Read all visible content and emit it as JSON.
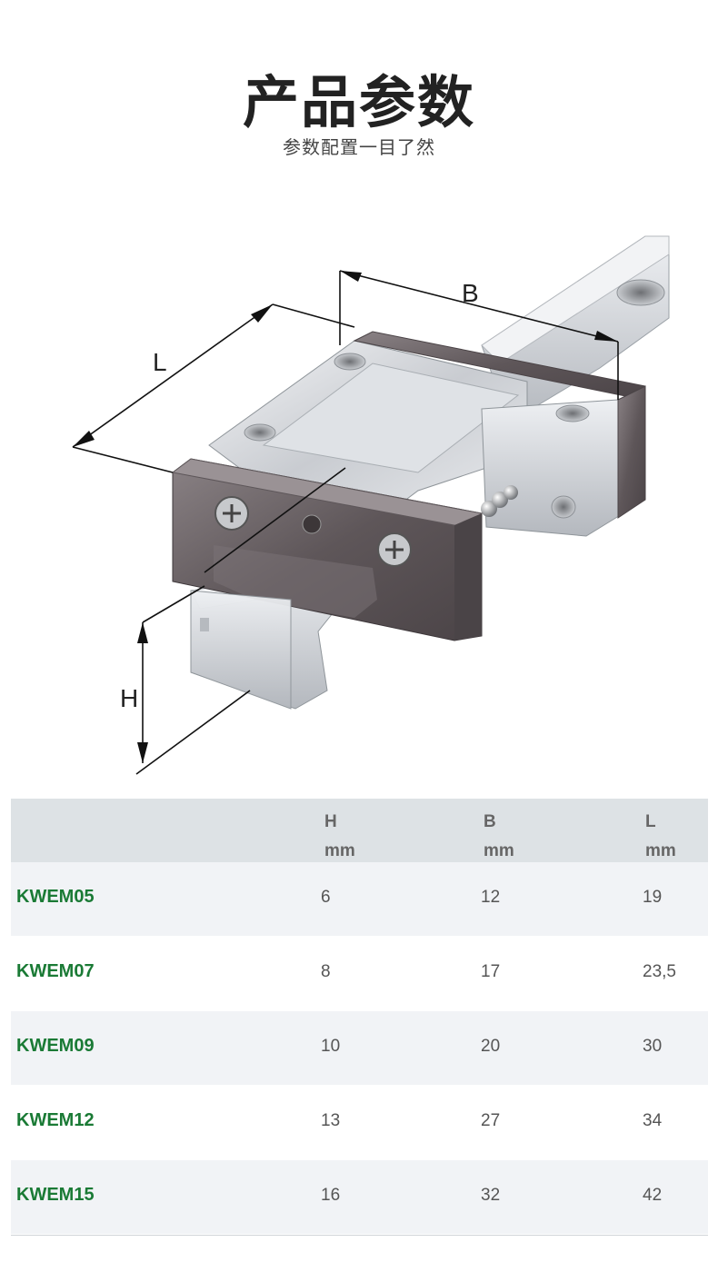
{
  "header": {
    "title": "产品参数",
    "subtitle": "参数配置一目了然"
  },
  "figure": {
    "labels": {
      "L": "L",
      "B": "B",
      "H": "H"
    }
  },
  "table": {
    "columns": [
      {
        "name": "H",
        "unit": "mm"
      },
      {
        "name": "B",
        "unit": "mm"
      },
      {
        "name": "L",
        "unit": "mm"
      }
    ],
    "rows": [
      {
        "model": "KWEM05",
        "H": "6",
        "B": "12",
        "L": "19"
      },
      {
        "model": "KWEM07",
        "H": "8",
        "B": "17",
        "L": "23,5"
      },
      {
        "model": "KWEM09",
        "H": "10",
        "B": "20",
        "L": "30"
      },
      {
        "model": "KWEM12",
        "H": "13",
        "B": "27",
        "L": "34"
      },
      {
        "model": "KWEM15",
        "H": "16",
        "B": "32",
        "L": "42"
      }
    ]
  },
  "colors": {
    "model_text": "#1a7a35",
    "header_bg": "#dde2e5",
    "row_alt_bg": "#f1f3f6"
  }
}
